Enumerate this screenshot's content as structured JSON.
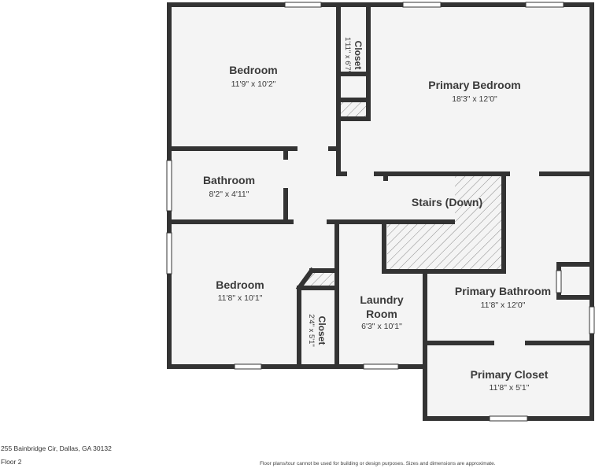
{
  "rooms": {
    "bedroom_top": {
      "name": "Bedroom",
      "dims": "11'9\" x 10'2\""
    },
    "closet_top": {
      "name": "Closet",
      "dims": "1'11\" x 6'7\""
    },
    "primary_bedroom": {
      "name": "Primary Bedroom",
      "dims": "18'3\" x 12'0\""
    },
    "bathroom": {
      "name": "Bathroom",
      "dims": "8'2\" x 4'11\""
    },
    "stairs": {
      "name": "Stairs (Down)"
    },
    "bedroom_bottom": {
      "name": "Bedroom",
      "dims": "11'8\" x 10'1\""
    },
    "closet_bottom": {
      "name": "Closet",
      "dims": "2'4\" x 5'1\""
    },
    "laundry": {
      "name_line1": "Laundry",
      "name_line2": "Room",
      "dims": "6'3\" x 10'1\""
    },
    "primary_bathroom": {
      "name": "Primary Bathroom",
      "dims": "11'8\" x 12'0\""
    },
    "primary_closet": {
      "name": "Primary Closet",
      "dims": "11'8\" x 5'1\""
    }
  },
  "footer": {
    "address": "255 Bainbridge Cir, Dallas, GA 30132",
    "floor": "Floor 2",
    "disclaimer": "Floor plans/tour cannot be used for building or design purposes. Sizes and dimensions are approximate."
  },
  "colors": {
    "wall": "#333333",
    "floor": "#f4f4f4",
    "window": "#ffffff"
  }
}
